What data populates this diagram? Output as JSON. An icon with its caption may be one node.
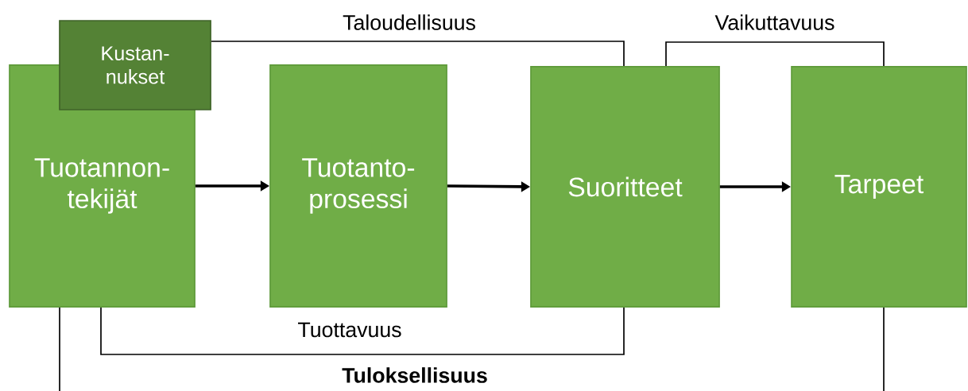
{
  "diagram": {
    "nodes": [
      {
        "text": [
          "Tuotannon-tekijät"
        ]
      },
      {
        "text": [
          "Kustan-nukset"
        ]
      },
      {
        "text": [
          "Tuotanto-prosessi"
        ]
      },
      {
        "text": [
          "Suoritteet"
        ]
      },
      {
        "text": [
          "Tarpeet"
        ]
      }
    ],
    "edges": [
      {
        "from": 0,
        "to": 2,
        "arrow": "to",
        "style": "thick"
      },
      {
        "from": 2,
        "to": 3,
        "arrow": "to",
        "style": "thick"
      },
      {
        "from": 3,
        "to": 4,
        "arrow": "to",
        "style": "thick"
      },
      {
        "from": 1,
        "to": 3,
        "arrow": "none",
        "label": "Taloudellisuus"
      },
      {
        "from": 3,
        "to": 4,
        "arrow": "none",
        "label": "Vaikuttavuus"
      },
      {
        "from": 0,
        "to": 3,
        "arrow": "none",
        "label": "Tuottavuus"
      },
      {
        "from": 0,
        "to": 4,
        "arrow": "none",
        "label": "Tuloksellisuus"
      }
    ]
  }
}
